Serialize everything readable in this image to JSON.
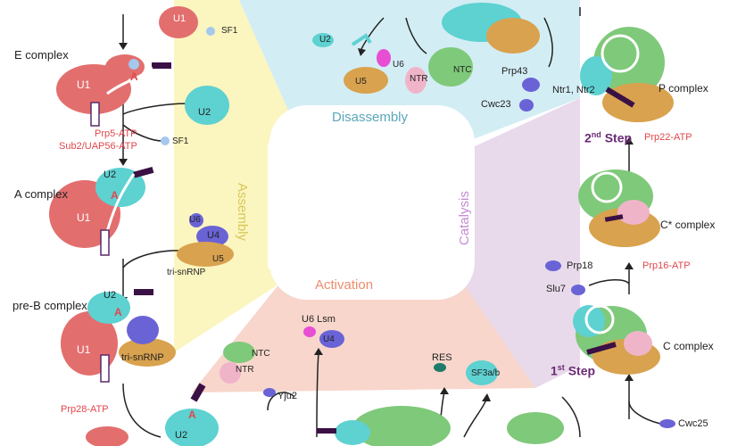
{
  "phases": {
    "assembly": "Assembly",
    "disassembly": "Disassembly",
    "catalysis": "Catalysis",
    "activation": "Activation"
  },
  "complexes": {
    "e": "E complex",
    "a": "A complex",
    "pre_b": "pre-B complex",
    "p": "P complex",
    "c_star": "C* complex",
    "c": "C complex"
  },
  "factors": {
    "prp5": "Prp5-ATP",
    "sub2": "Sub2/UAP56-ATP",
    "prp28": "Prp28-ATP",
    "prp22": "Prp22-ATP",
    "prp16": "Prp16-ATP"
  },
  "steps": {
    "second": "2",
    "second_sup": "nd",
    "second_word": "Step",
    "first": "1",
    "first_sup": "st",
    "first_word": "Step"
  },
  "components": {
    "sf1_top": "SF1",
    "sf1_mid": "SF1",
    "u1_top": "U1",
    "u1_e": "U1",
    "u1_a": "U1",
    "u1_preb": "U1",
    "u2_mid": "U2",
    "u2_a": "U2",
    "u2_preb": "U2",
    "u2_bottom": "U2",
    "u2_dis": "U2",
    "a_e": "A",
    "a_a": "A",
    "a_preb": "A",
    "a_bottom": "A",
    "u6": "U6",
    "u4": "U4",
    "u5": "U5",
    "tri_snrnp": "tri-snRNP",
    "tri_snrnp_preb": "tri-snRNP",
    "u6_dis": "U6",
    "u5_dis": "U5",
    "ntr_dis": "NTR",
    "ntc_dis": "NTC",
    "prp43": "Prp43",
    "ntr1_ntr2": "Ntr1, Ntr2",
    "cwc23": "Cwc23",
    "u6_lsm": "U6 Lsm",
    "u4_act": "U4",
    "ntc_act": "NTC",
    "ntr_act": "NTR",
    "yju2": "Yju2",
    "res": "RES",
    "sf3ab": "SF3a/b",
    "prp18": "Prp18",
    "slu7": "Slu7",
    "cwc25": "Cwc25"
  },
  "colors": {
    "assembly_bg": "#fbf5bf",
    "disassembly_bg": "#d3edf4",
    "catalysis_bg": "#e8daea",
    "activation_bg": "#f8d6cc",
    "assembly_text": "#e3d77a",
    "disassembly_text": "#5ba6ba",
    "catalysis_text": "#c48ad1",
    "activation_text": "#ee8d6d",
    "u1": "#e36e6e",
    "u2": "#5ed1d1",
    "u4": "#6a63d6",
    "u5": "#d9a24f",
    "u6": "#e84dd4",
    "ntc": "#7fc97a",
    "ntr": "#f0b4c9",
    "sf1": "#a5c8ec",
    "step": "#6b2a76",
    "factor": "#e0474c"
  }
}
